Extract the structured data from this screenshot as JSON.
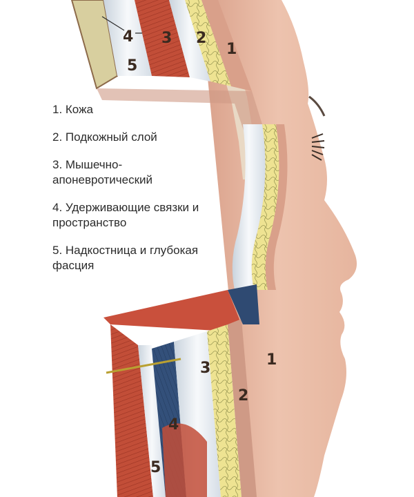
{
  "legend": {
    "items": [
      "1. Кожа",
      "2. Подкожный слой",
      "3. Мышечно-\nапоневротический",
      "4. Удерживающие связки и\nпространство",
      "5. Надкостница и глубокая\nфасция"
    ]
  },
  "layer_labels": {
    "top": [
      "1",
      "2",
      "3",
      "4",
      "5"
    ],
    "bottom": [
      "1",
      "2",
      "3",
      "4",
      "5"
    ]
  },
  "colors": {
    "skin": "#e8b9a3",
    "skin_shadow": "#cf9a86",
    "subcutaneous": "#efe59a",
    "muscle": "#c9503c",
    "fascia": "#e9eef3",
    "ligament": "#2f4a72",
    "bone": "#d8cf9f",
    "text": "#2b2b2b"
  }
}
